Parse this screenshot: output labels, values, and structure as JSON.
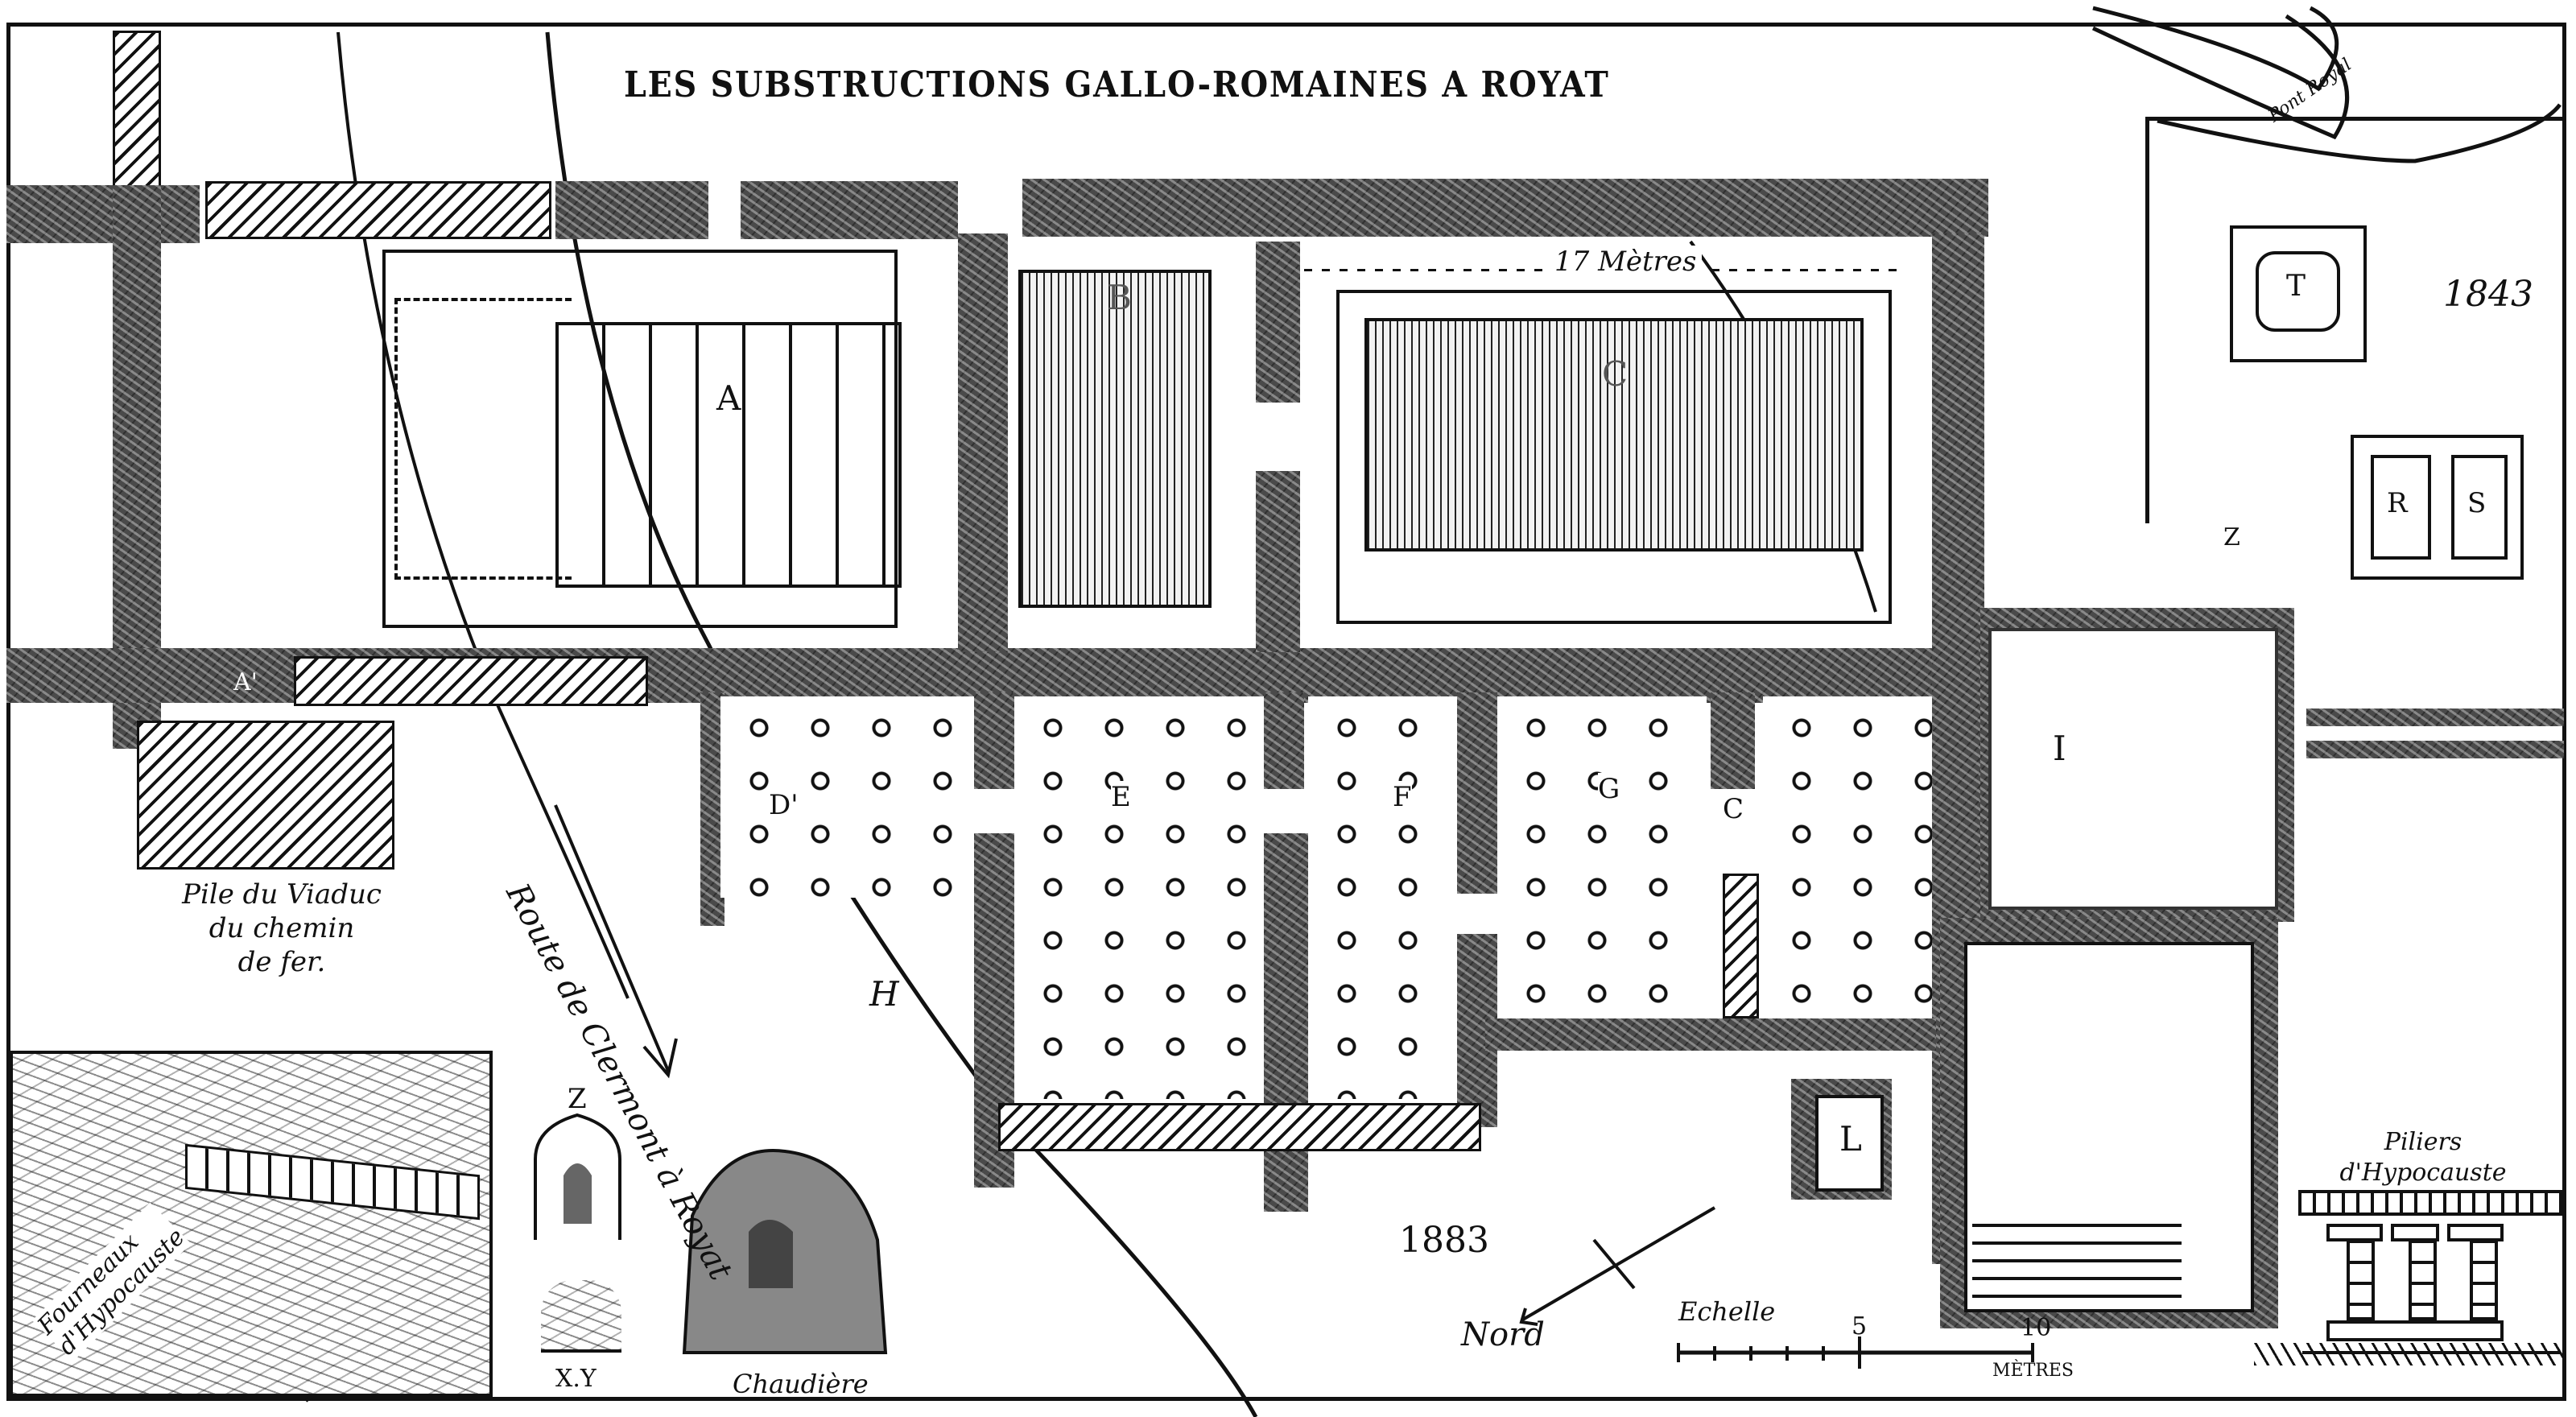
{
  "title": "LES SUBSTRUCTIONS GALLO-ROMAINES A ROYAT",
  "dimension_label": "17 Mètres",
  "years": {
    "upper_right": "1843",
    "bottom_center": "1883"
  },
  "rooms": {
    "A": "A",
    "A_prime": "A'",
    "B": "B",
    "C_upper": "C",
    "D_prime": "D'",
    "E": "E",
    "F": "F",
    "G": "G",
    "C": "C",
    "H": "H",
    "I": "I",
    "L": "L",
    "R": "R",
    "S": "S",
    "T": "T",
    "Z_marker": "Z"
  },
  "annotations": {
    "viaduct_pile": [
      "Pile du Viaduc",
      "du chemin",
      "de fer."
    ],
    "road": "Route de Clermont à Royat",
    "top_right_road": "Pont Royal",
    "inset_furnaces": [
      "Fourneaux",
      "d'Hypocauste"
    ],
    "hypocaust_pillars": [
      "Piliers",
      "d'Hypocauste"
    ],
    "detail_z": "Z",
    "detail_xy": "X.Y",
    "boiler": "Chaudière"
  },
  "compass": {
    "label": "Nord"
  },
  "scale": {
    "label": "Echelle",
    "ticks": [
      "5",
      "10"
    ],
    "unit": "MÈTRES"
  }
}
